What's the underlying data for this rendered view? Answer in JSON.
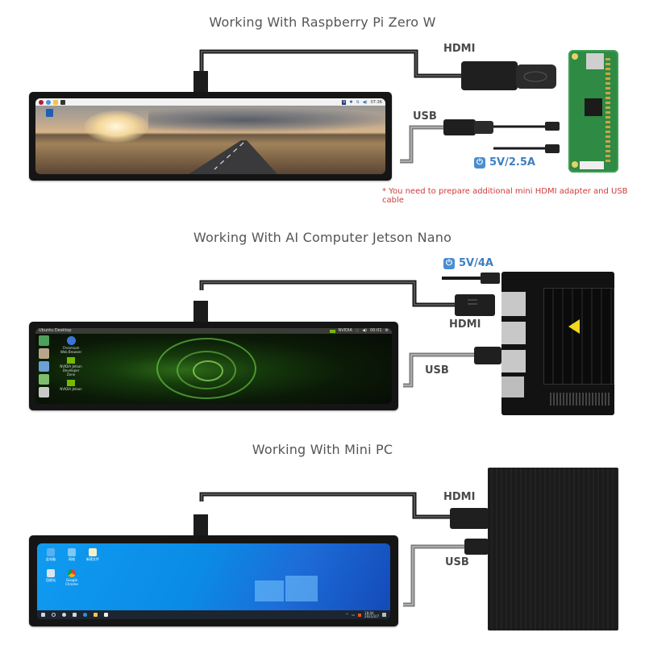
{
  "sections": [
    {
      "title": "Working With Raspberry Pi Zero W",
      "device": "Raspberry Pi Zero W",
      "labels": {
        "hdmi": "HDMI",
        "usb": "USB"
      },
      "power": {
        "icon": "power-icon",
        "value": "5V/2.5A"
      },
      "note": "* You need to prepare additional mini HDMI adapter and USB cable",
      "screen": {
        "os": "Raspberry Pi OS",
        "taskbar_icons": [
          "raspberry-icon",
          "browser-icon",
          "folder-icon",
          "terminal-icon"
        ],
        "tray_icons": [
          "vnc-icon",
          "bluetooth-icon",
          "network-icon",
          "volume-icon"
        ],
        "clock": "07:36",
        "desktop_icon": "trash-icon"
      }
    },
    {
      "title": "Working With AI Computer Jetson Nano",
      "device": "Jetson Nano",
      "labels": {
        "hdmi": "HDMI",
        "usb": "USB"
      },
      "power": {
        "icon": "power-icon",
        "value": "5V/4A"
      },
      "screen": {
        "os": "Ubuntu",
        "topbar_title": "Ubuntu Desktop",
        "tray_text": "NVIDIA",
        "clock": "00:01",
        "desktop_icons": [
          {
            "label": "Chromium Web Browser",
            "icon": "chromium-icon"
          },
          {
            "label": "NVIDIA Jetson Developer Zone",
            "icon": "nvidia-icon"
          },
          {
            "label": "NVIDIA Jetson",
            "icon": "nvidia-icon"
          }
        ]
      }
    },
    {
      "title": "Working With Mini PC",
      "device": "Mini PC",
      "labels": {
        "hdmi": "HDMI",
        "usb": "USB"
      },
      "screen": {
        "os": "Windows 10",
        "desktop_icons": [
          {
            "label": "此电脑",
            "icon": "computer-icon"
          },
          {
            "label": "网络",
            "icon": "network-icon"
          },
          {
            "label": "新建文件",
            "icon": "file-icon"
          },
          {
            "label": "回收站",
            "icon": "recycle-bin-icon"
          },
          {
            "label": "Google Chrome",
            "icon": "chrome-icon"
          }
        ],
        "taskbar_icons": [
          "start-icon",
          "search-icon",
          "task-view-icon",
          "widgets-icon",
          "edge-icon",
          "explorer-icon",
          "store-icon"
        ],
        "clock": "18:04",
        "date": "2021/2/7"
      }
    }
  ],
  "colors": {
    "label": "#4a4a4a",
    "power": "#3f7fc1",
    "note": "#d13a3a",
    "title": "#555555"
  }
}
